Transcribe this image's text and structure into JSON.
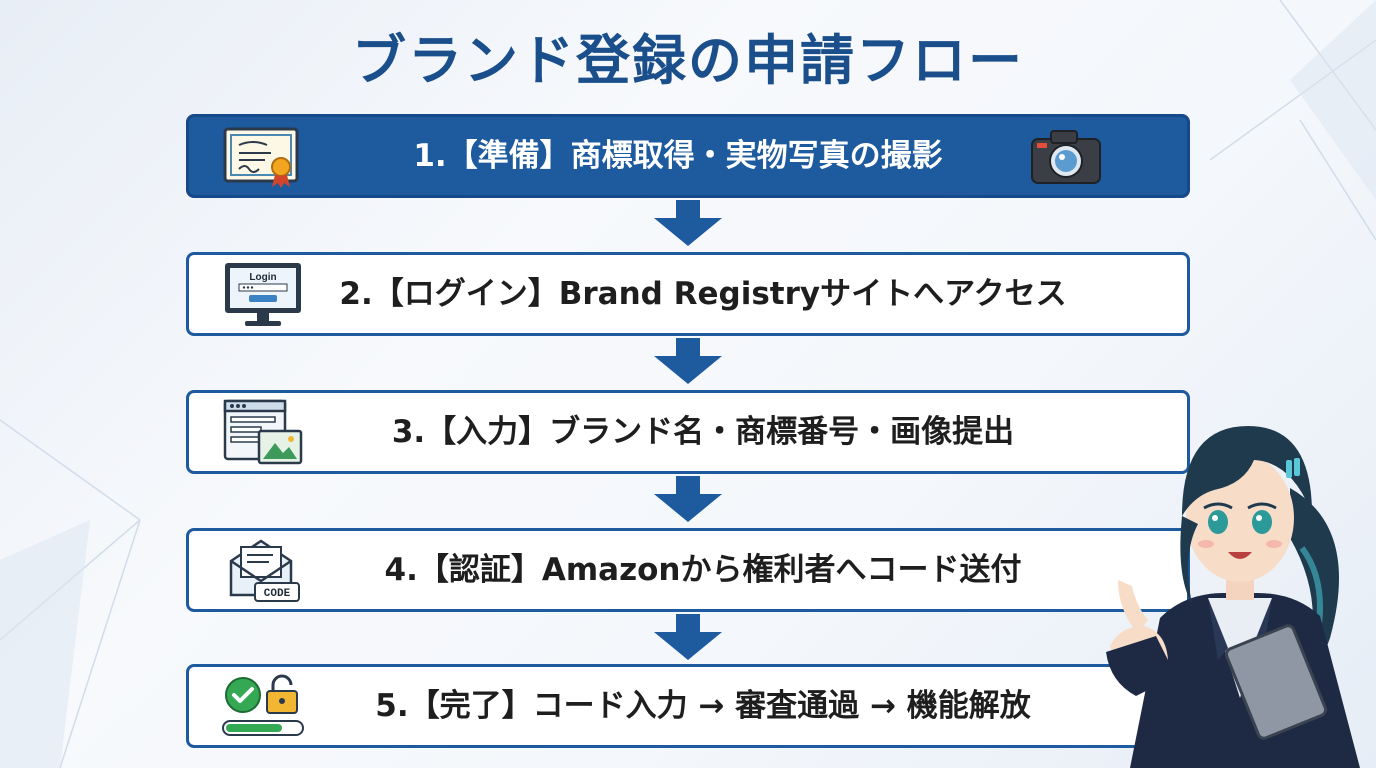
{
  "title": "ブランド登録の申請フロー",
  "steps": [
    {
      "label": "1.【準備】商標取得・実物写真の撮影",
      "icon": "certificate-icon"
    },
    {
      "label": "2.【ログイン】Brand Registryサイトへアクセス",
      "icon": "login-monitor-icon",
      "icon_text": "Login"
    },
    {
      "label": "3.【入力】ブランド名・商標番号・画像提出",
      "icon": "form-image-icon"
    },
    {
      "label": "4.【認証】Amazonから権利者へコード送付",
      "icon": "envelope-code-icon",
      "icon_text": "CODE"
    },
    {
      "label": "5.【完了】コード入力 → 審査通過 → 機能解放",
      "icon": "check-unlock-icon"
    }
  ],
  "colors": {
    "primary": "#1d5a9e",
    "title": "#1a4f8c",
    "text": "#1e1e1e",
    "background": "#f4f7fb"
  }
}
